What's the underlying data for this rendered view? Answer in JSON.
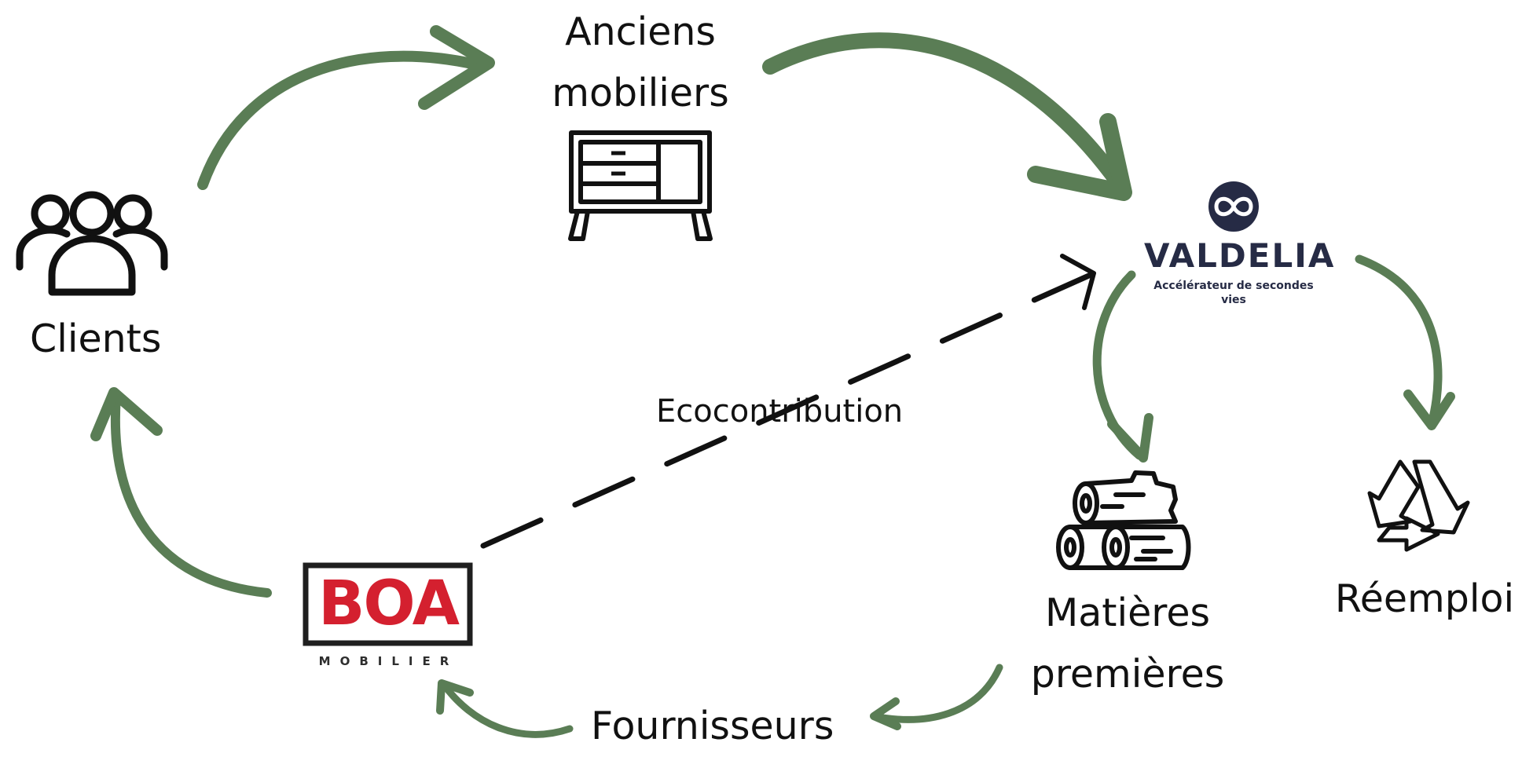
{
  "labels": {
    "clients": "Clients",
    "anciens_line1": "Anciens",
    "anciens_line2": "mobiliers",
    "ecocontribution": "Ecocontribution",
    "matieres_line1": "Matières",
    "matieres_line2": "premières",
    "reemploi": "Réemploi",
    "fournisseurs": "Fournisseurs"
  },
  "valdelia": {
    "name": "VALDELIA",
    "tagline": "Accélérateur de secondes vies"
  },
  "boa": {
    "letters": "BOA",
    "sub": "MOBILIER"
  },
  "colors": {
    "arrow_green": "#5a7d55",
    "valdelia_navy": "#262b45",
    "boa_red": "#d4202f",
    "boa_dark": "#2e2e2e"
  }
}
